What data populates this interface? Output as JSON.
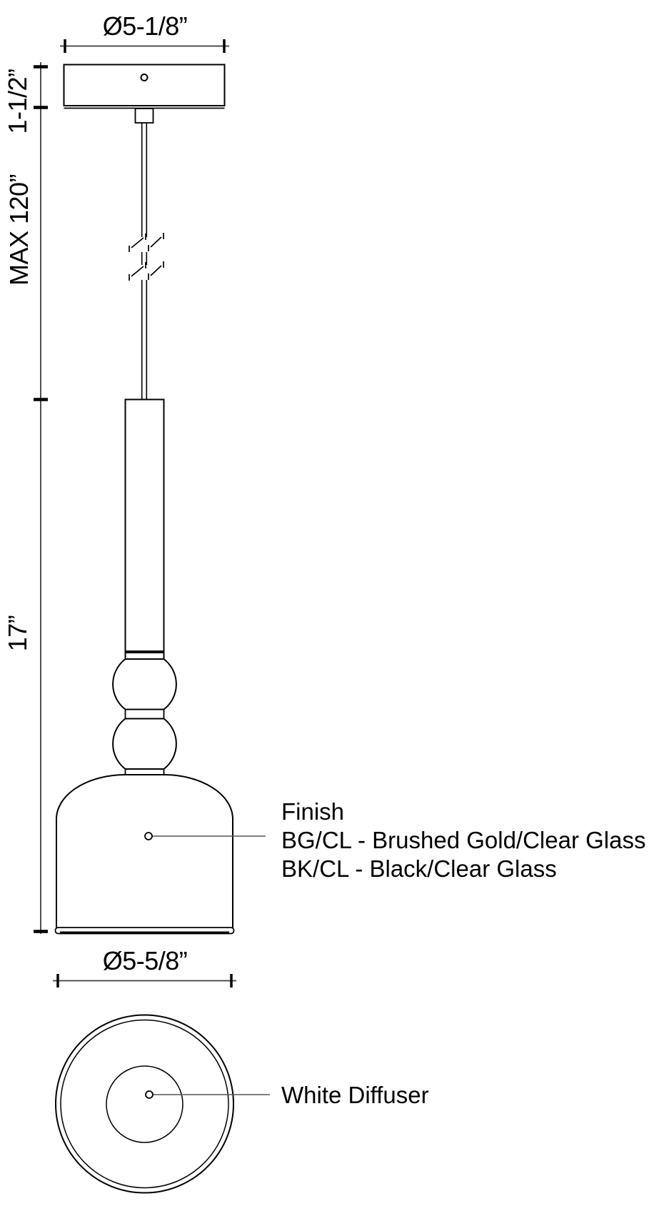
{
  "drawing": {
    "title": "Pendant fixture dimension drawing",
    "background": "#ffffff",
    "line_color": "#000000",
    "dim_line_color": "#3c3c3c",
    "leader_line_color": "#555557"
  },
  "dimensions": {
    "canopy_diameter": "Ø5-1/8”",
    "canopy_height": "1-1/2”",
    "max_suspension": "MAX 120”",
    "fixture_height": "17”",
    "shade_diameter": "Ø5-5/8”"
  },
  "finish": {
    "title": "Finish",
    "options": [
      "BG/CL - Brushed Gold/Clear Glass",
      "BK/CL - Black/Clear Glass"
    ]
  },
  "labels": {
    "diffuser": "White Diffuser"
  }
}
